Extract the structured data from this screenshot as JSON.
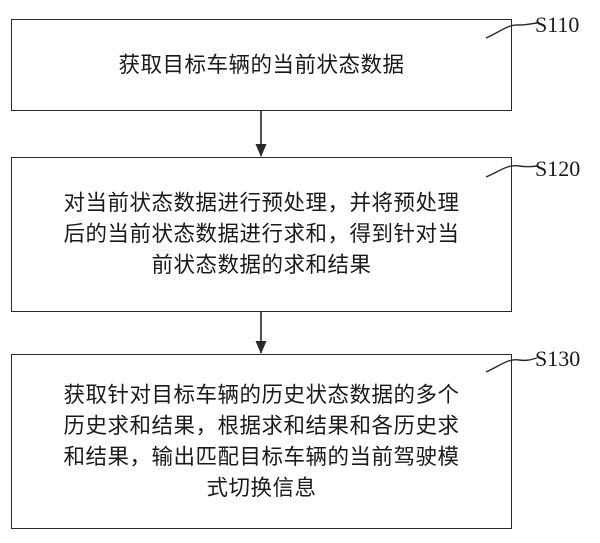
{
  "steps": [
    {
      "id": "S110",
      "text": "获取目标车辆的当前状态数据"
    },
    {
      "id": "S120",
      "text": "对当前状态数据进行预处理，并将预处理\n后的当前状态数据进行求和，得到针对当\n前状态数据的求和结果"
    },
    {
      "id": "S130",
      "text": "获取针对目标车辆的历史状态数据的多个\n历史求和结果，根据求和结果和各历史求\n和结果，输出匹配目标车辆的当前驾驶模\n式切换信息"
    }
  ],
  "colors": {
    "line": "#2a2a2a",
    "text": "#1a1a1a",
    "background": "#ffffff"
  }
}
